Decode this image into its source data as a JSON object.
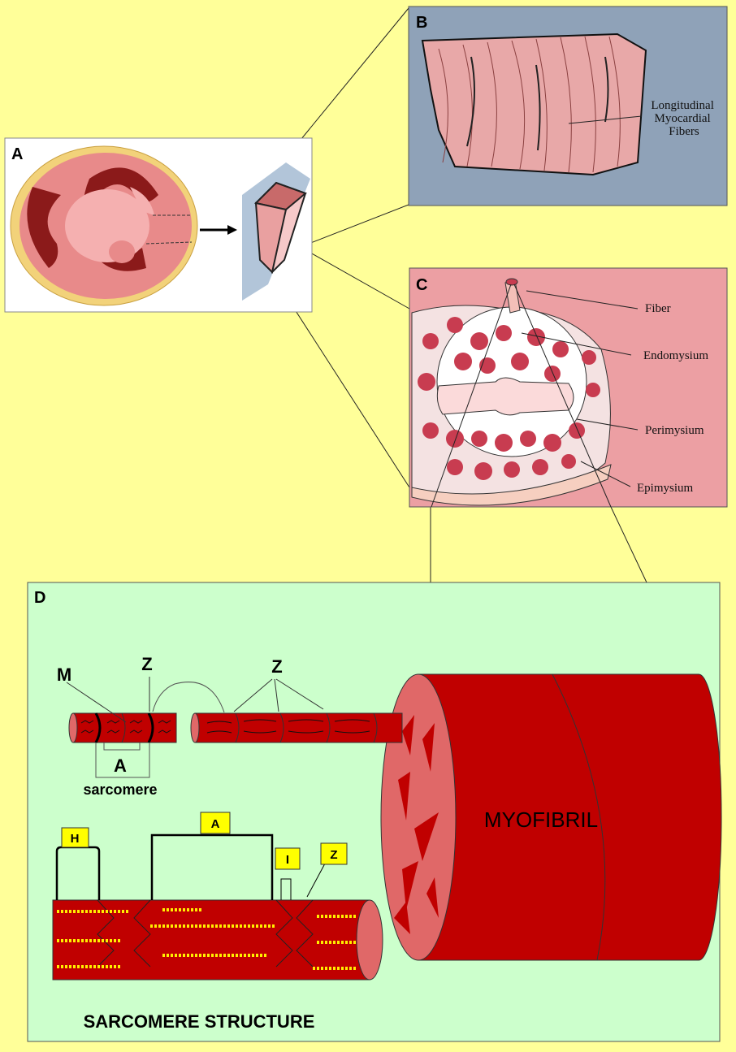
{
  "panels": {
    "a": {
      "label": "A"
    },
    "b": {
      "label": "B",
      "annotation": [
        "Longitudinal",
        "Myocardial",
        "Fibers"
      ]
    },
    "c": {
      "label": "C",
      "annotations": {
        "fiber": "Fiber",
        "endomysium": "Endomysium",
        "perimysium": "Perimysium",
        "epimysium": "Epimysium"
      }
    },
    "d": {
      "label": "D",
      "myofibril": "MYOFIBRIL",
      "fiber_labels": {
        "m": "M",
        "z1": "Z",
        "z2": "Z",
        "a": "A",
        "sarcomere": "sarcomere"
      },
      "boxes": {
        "h": "H",
        "a": "A",
        "i": "I",
        "z": "Z"
      },
      "title": "SARCOMERE STRUCTURE"
    }
  },
  "colors": {
    "background": "#ffff99",
    "panel_b": "#8fa2b8",
    "panel_c": "#ec9fa3",
    "panel_d": "#ccffcc",
    "muscle": "#c00000",
    "muscle_light": "#e07070",
    "label_box": "#ffff00"
  }
}
